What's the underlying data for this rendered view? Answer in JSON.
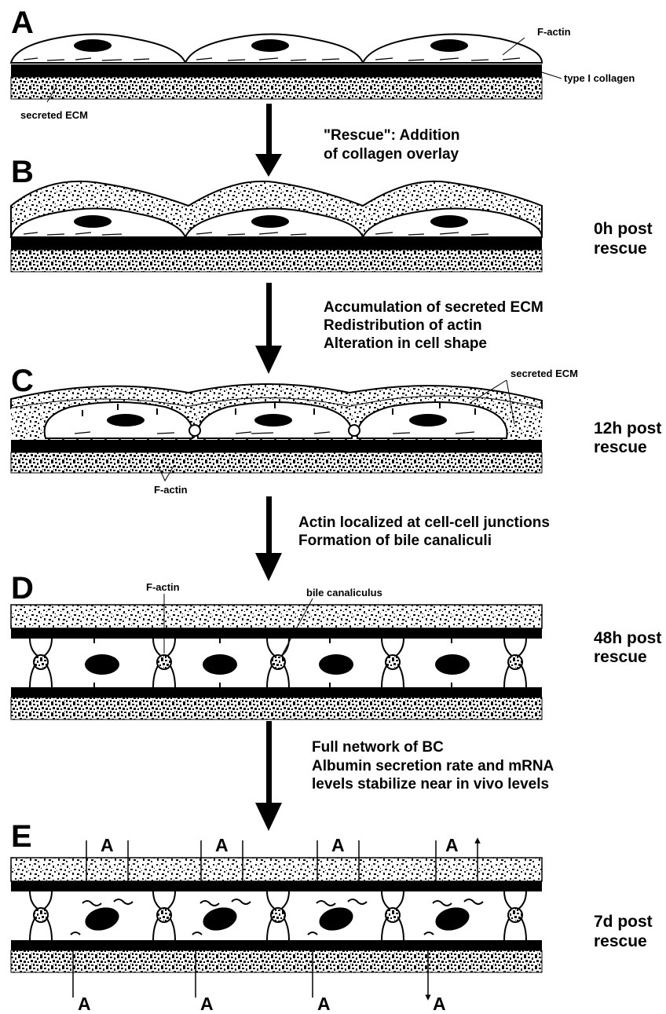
{
  "panels": {
    "A": {
      "letter": "A",
      "labels": {
        "f_actin": "F-actin",
        "type1_collagen": "type I collagen",
        "secreted_ecm": "secreted ECM"
      }
    },
    "B": {
      "letter": "B",
      "time": [
        "0h post",
        "rescue"
      ]
    },
    "C": {
      "letter": "C",
      "time": [
        "12h post",
        "rescue"
      ],
      "labels": {
        "secreted_ecm": "secreted ECM",
        "f_actin": "F-actin"
      }
    },
    "D": {
      "letter": "D",
      "time": [
        "48h post",
        "rescue"
      ],
      "labels": {
        "f_actin": "F-actin",
        "bile_canaliculus": "bile canaliculus"
      }
    },
    "E": {
      "letter": "E",
      "time": [
        "7d post",
        "rescue"
      ],
      "albumin_mark": "A"
    }
  },
  "steps": {
    "ab": [
      "\"Rescue\": Addition",
      "of collagen overlay"
    ],
    "bc": [
      "Accumulation of secreted ECM",
      "Redistribution of actin",
      "Alteration in cell shape"
    ],
    "cd": [
      "Actin localized at cell-cell junctions",
      "Formation of bile canaliculi"
    ],
    "de": [
      "Full network of BC",
      "Albumin secretion rate and mRNA",
      "levels stabilize near in vivo levels"
    ]
  },
  "colors": {
    "ink": "#000000",
    "paper": "#ffffff",
    "speckle": "#1a1a1a"
  }
}
